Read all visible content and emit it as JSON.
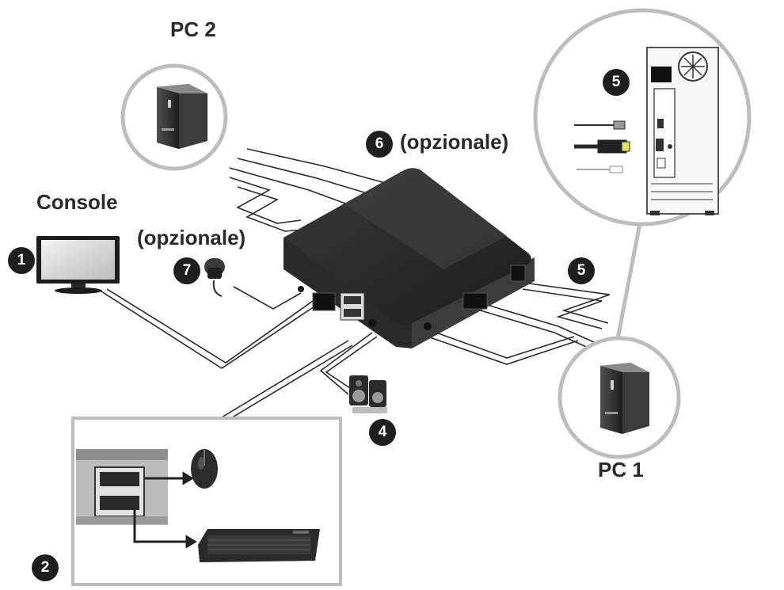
{
  "labels": {
    "pc2": "PC 2",
    "pc1": "PC 1",
    "console": "Console",
    "optional_top": "(opzionale)",
    "optional_left": "(opzionale)"
  },
  "badges": {
    "b1": "1",
    "b2": "2",
    "b4": "4",
    "b5_top": "5",
    "b5_right": "5",
    "b6": "6",
    "b7": "7"
  },
  "colors": {
    "outline": "#bdbdbd",
    "device_dark": "#2f2f2f",
    "badge": "#1e1e1e"
  }
}
